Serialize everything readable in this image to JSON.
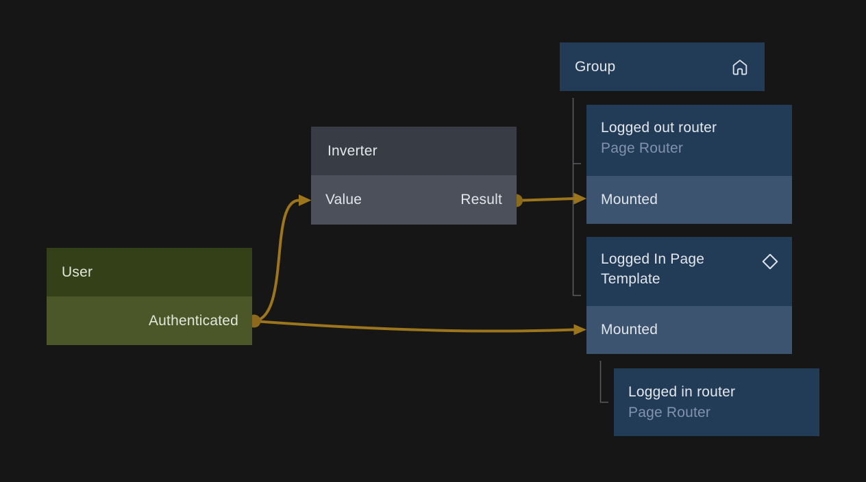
{
  "colors": {
    "background": "#161616",
    "edge": "#9c751c",
    "edge_handle": "#8c6a1c",
    "tree_line": "#5c5d60",
    "blue_node_header": "#223c58",
    "blue_node_port": "#3c546f",
    "gray_node_header": "#383c44",
    "gray_node_port": "#4c505a",
    "green_node_header": "#344018",
    "green_node_port": "#4b5728",
    "title_text": "#e4e7ec",
    "subtitle_text": "#8293ab"
  },
  "nodes": {
    "group": {
      "title": "Group",
      "icon": "home"
    },
    "logged_out_router": {
      "title": "Logged out router",
      "subtitle": "Page Router",
      "port_label": "Mounted"
    },
    "inverter": {
      "title": "Inverter",
      "input_label": "Value",
      "output_label": "Result"
    },
    "user": {
      "title": "User",
      "output_label": "Authenticated"
    },
    "logged_in_template": {
      "title": "Logged In Page Template",
      "icon": "diamond",
      "port_label": "Mounted"
    },
    "logged_in_router": {
      "title": "Logged in router",
      "subtitle": "Page Router"
    }
  },
  "edges": [
    {
      "from": "User / Authenticated",
      "to": "Inverter / Value"
    },
    {
      "from": "Inverter / Result",
      "to": "Logged out router / Mounted"
    },
    {
      "from": "User / Authenticated",
      "to": "Logged In Page Template / Mounted"
    }
  ],
  "hierarchy": [
    {
      "parent": "Group",
      "children": [
        "Logged out router",
        "Logged In Page Template"
      ]
    },
    {
      "parent": "Logged In Page Template / Mounted",
      "children": [
        "Logged in router"
      ]
    }
  ]
}
